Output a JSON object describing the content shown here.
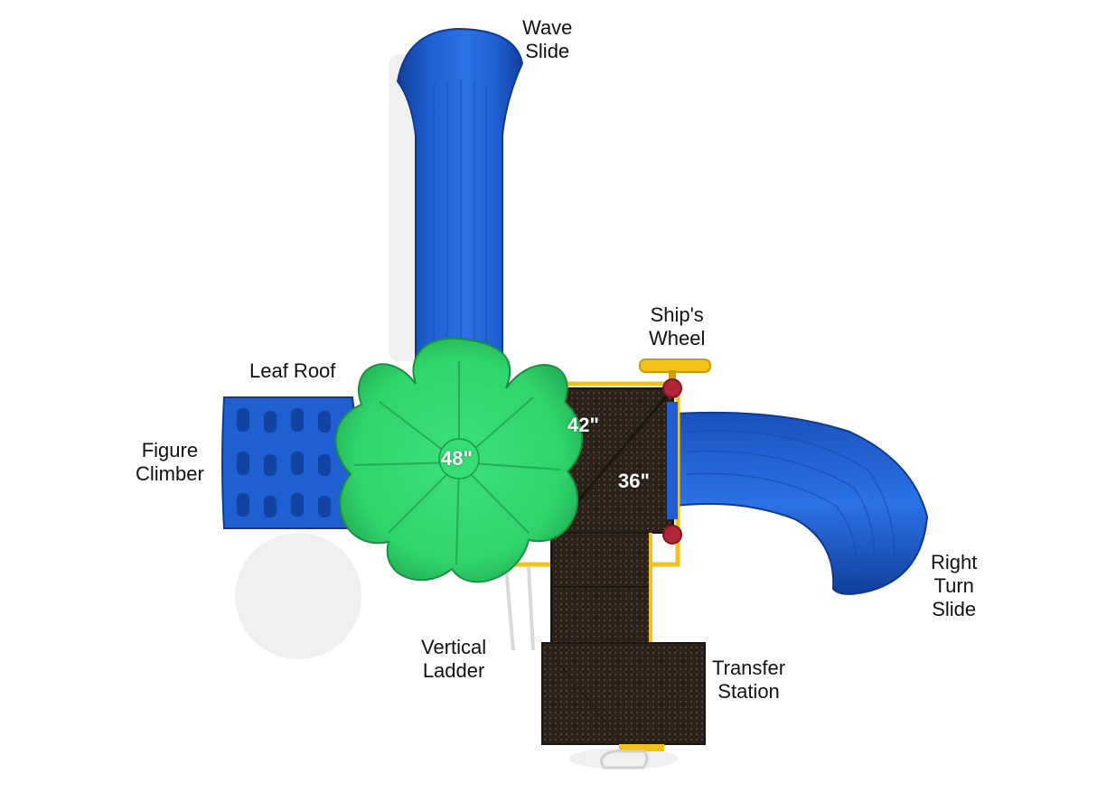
{
  "colors": {
    "slide_blue": "#1f5fd1",
    "slide_blue_dark": "#123f9a",
    "roof_green": "#2fd46a",
    "roof_green_dark": "#1ea24d",
    "deck_brown": "#2b2118",
    "frame_yellow": "#f2c21b",
    "wheel_red": "#b3263a"
  },
  "callouts": {
    "wave_slide": [
      "Wave",
      "Slide"
    ],
    "ships_wheel": [
      "Ship's",
      "Wheel"
    ],
    "leaf_roof": [
      "Leaf Roof"
    ],
    "figure_climber": [
      "Figure",
      "Climber"
    ],
    "right_turn_slide": [
      "Right",
      "Turn",
      "Slide"
    ],
    "vertical_ladder": [
      "Vertical",
      "Ladder"
    ],
    "transfer_station": [
      "Transfer",
      "Station"
    ]
  },
  "deck_heights": {
    "roof_deck": "48\"",
    "upper_deck": "42\"",
    "lower_deck": "36\""
  }
}
